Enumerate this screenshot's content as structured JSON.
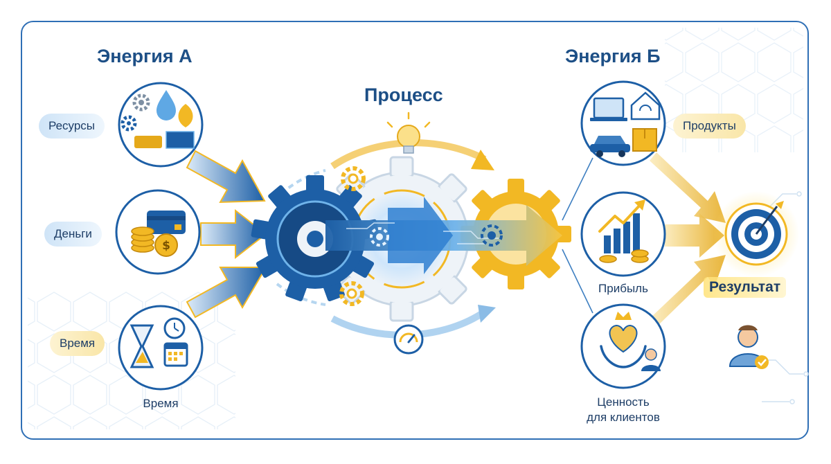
{
  "headings": {
    "energy_a": "Энергия А",
    "process": "Процесс",
    "energy_b": "Энергия Б"
  },
  "inputs": [
    {
      "label": "Ресурсы",
      "icon": "resources-icon"
    },
    {
      "label": "Деньги",
      "icon": "money-icon"
    },
    {
      "label": "Время",
      "icon": "time-icon"
    }
  ],
  "time_caption": "Время",
  "outputs": {
    "products": "Продукты",
    "profit": "Прибыль",
    "value_line1": "Ценность",
    "value_line2": "для клиентов"
  },
  "result_label": "Результат",
  "colors": {
    "primary_blue": "#1d5fa6",
    "light_blue": "#9cc8ec",
    "gold": "#f2b824",
    "dark_text": "#1d3d66"
  }
}
